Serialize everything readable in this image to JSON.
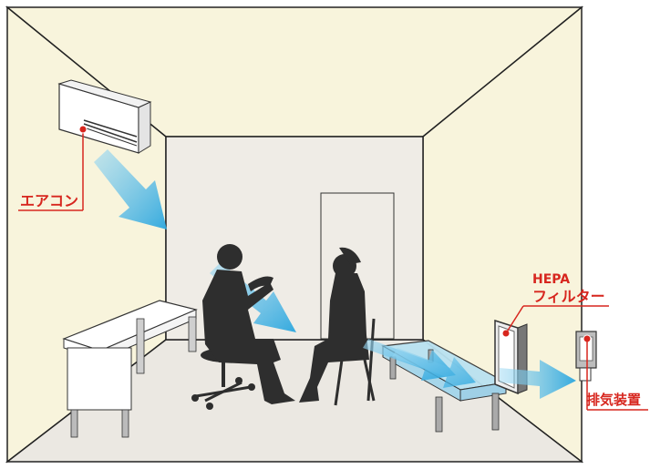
{
  "labels": {
    "aircon": "エアコン",
    "hepa_line1": "HEPA",
    "hepa_line2": "フィルター",
    "exhaust": "排気装置"
  },
  "colors": {
    "wall": "#f8f4dc",
    "back_wall": "#efece6",
    "floor": "#ebe8e2",
    "outline": "#222222",
    "silhouette": "#2e2e2e",
    "airflow": "#49b7e4",
    "label": "#d7261e",
    "bed": "#b9e2f1",
    "desk": "#ffffff"
  },
  "icons": [
    "air-conditioner-icon",
    "doctor-silhouette-icon",
    "patient-silhouette-icon",
    "hepa-filter-icon",
    "exhaust-fan-icon"
  ]
}
